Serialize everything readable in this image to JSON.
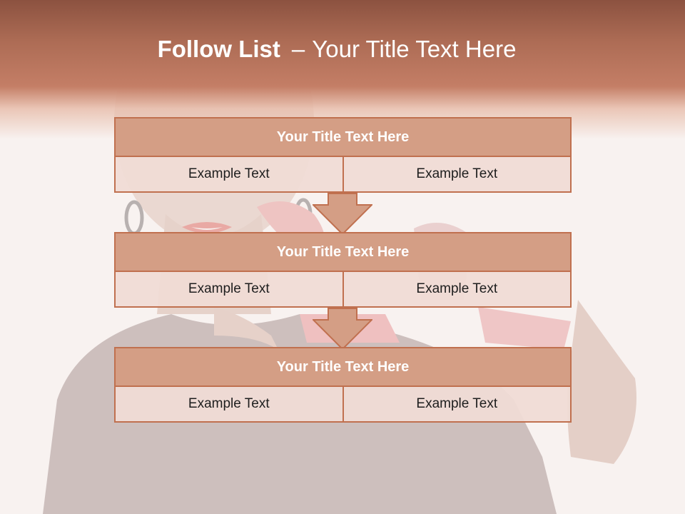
{
  "slide": {
    "title_bold": "Follow List",
    "title_dash": "–",
    "title_rest": "Your Title Text Here",
    "colors": {
      "header_band": "#ad6c55",
      "box_title_fill": "#d49e85",
      "box_border": "#c0704f",
      "box_row_fill": "#f0dcd5",
      "arrow_fill": "#d49e85"
    },
    "steps": [
      {
        "title": "Your Title Text Here",
        "left": "Example Text",
        "right": "Example Text"
      },
      {
        "title": "Your Title Text Here",
        "left": "Example Text",
        "right": "Example Text"
      },
      {
        "title": "Your Title Text Here",
        "left": "Example Text",
        "right": "Example Text"
      }
    ],
    "arrow_icon": "down-arrow-icon"
  }
}
